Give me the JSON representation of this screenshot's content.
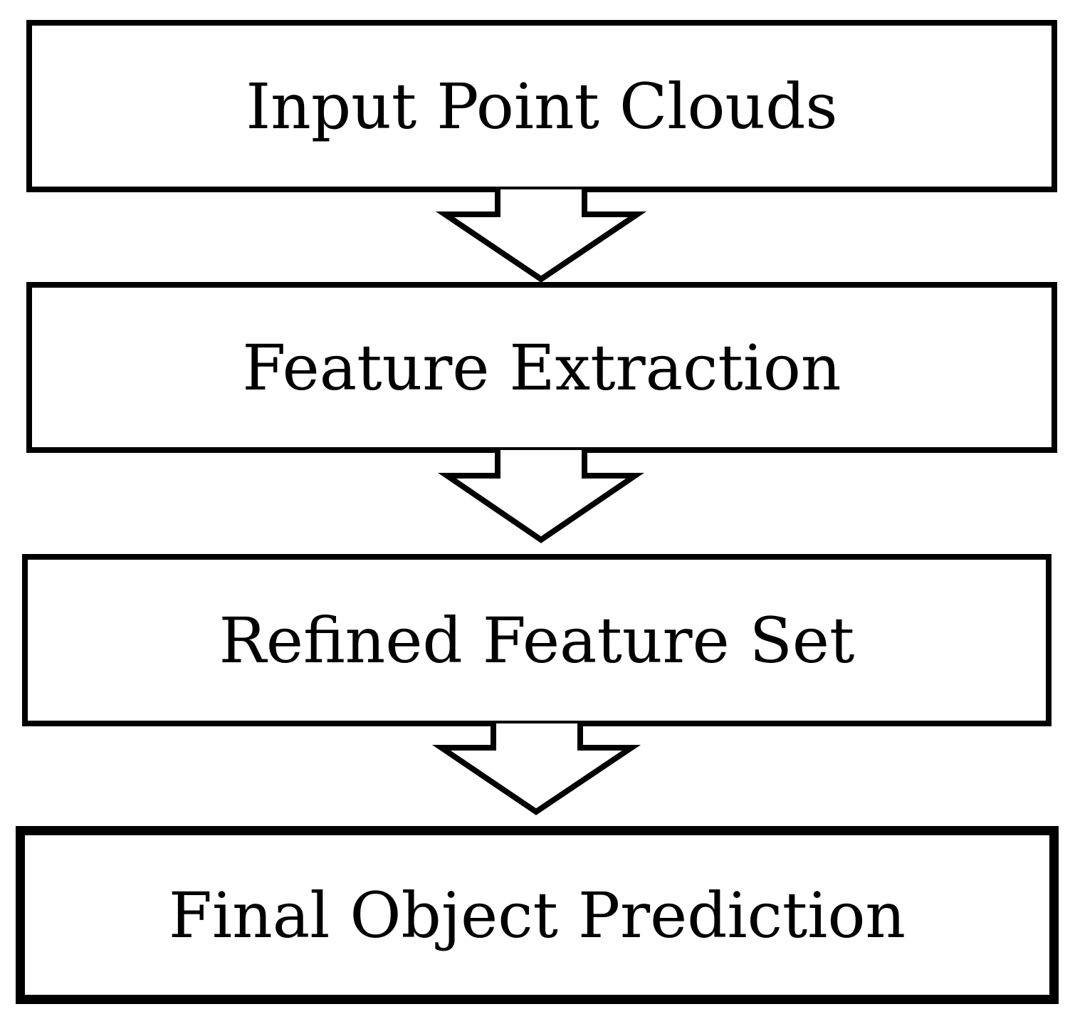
{
  "diagram": {
    "steps": [
      {
        "label": "Input Point Clouds"
      },
      {
        "label": "Feature Extraction"
      },
      {
        "label": "Refined Feature Set"
      },
      {
        "label": "Final Object Prediction"
      }
    ],
    "colors": {
      "stroke": "#000000",
      "fill": "#ffffff"
    },
    "arrow_icon": "hollow-down-arrow"
  }
}
